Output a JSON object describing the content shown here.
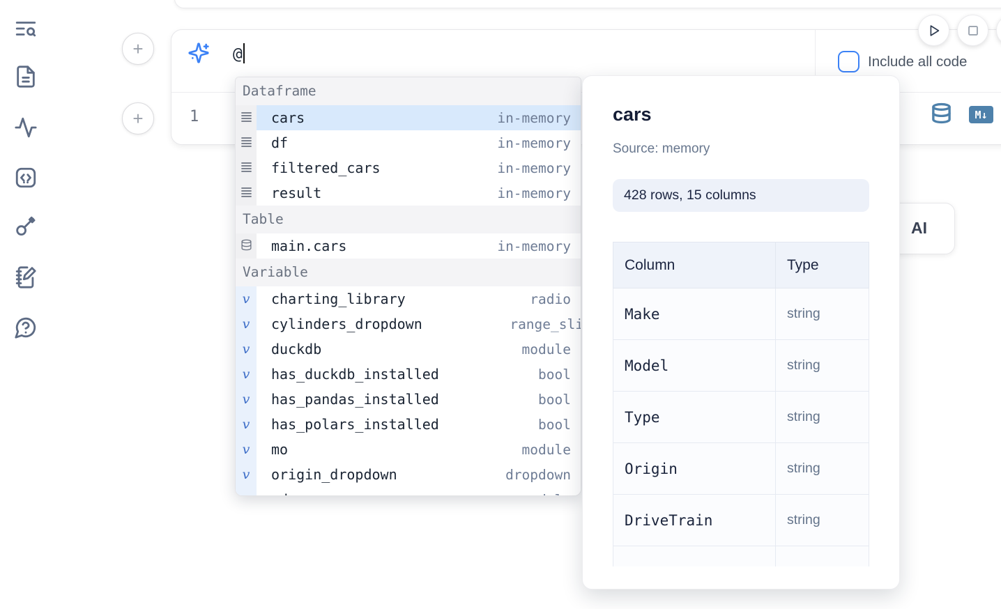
{
  "sidebar": {
    "items": [
      {
        "icon": "text-search-icon"
      },
      {
        "icon": "file-document-icon"
      },
      {
        "icon": "activity-icon"
      },
      {
        "icon": "code-snippets-icon"
      },
      {
        "icon": "key-icon"
      },
      {
        "icon": "notebook-pen-icon"
      },
      {
        "icon": "help-chat-icon"
      }
    ]
  },
  "cell": {
    "add_button_label": "+",
    "prompt": {
      "text": "@",
      "include_all_code_label": "Include all code",
      "include_all_code_checked": false
    },
    "line_number": "1",
    "actions": [
      {
        "icon": "database-icon"
      },
      {
        "icon": "markdown-icon",
        "label": "M↓"
      }
    ],
    "run_controls": [
      {
        "icon": "play-icon"
      },
      {
        "icon": "stop-icon"
      }
    ]
  },
  "ai_button": {
    "label": "AI"
  },
  "autocomplete": {
    "sections": [
      {
        "label": "Dataframe",
        "icon": "dataframe-icon",
        "items": [
          {
            "name": "cars",
            "type": "in-memory",
            "selected": true
          },
          {
            "name": "df",
            "type": "in-memory"
          },
          {
            "name": "filtered_cars",
            "type": "in-memory"
          },
          {
            "name": "result",
            "type": "in-memory"
          }
        ]
      },
      {
        "label": "Table",
        "icon": "table-icon",
        "items": [
          {
            "name": "main.cars",
            "type": "in-memory"
          }
        ]
      },
      {
        "label": "Variable",
        "icon": "variable-icon",
        "items": [
          {
            "name": "charting_library",
            "type": "radio"
          },
          {
            "name": "cylinders_dropdown",
            "type": "range_sli",
            "clipped": true
          },
          {
            "name": "duckdb",
            "type": "module"
          },
          {
            "name": "has_duckdb_installed",
            "type": "bool"
          },
          {
            "name": "has_pandas_installed",
            "type": "bool"
          },
          {
            "name": "has_polars_installed",
            "type": "bool"
          },
          {
            "name": "mo",
            "type": "module"
          },
          {
            "name": "origin_dropdown",
            "type": "dropdown"
          },
          {
            "name": "pd",
            "type": "module",
            "partial": true
          }
        ]
      }
    ]
  },
  "preview": {
    "title": "cars",
    "source": "Source: memory",
    "shape_badge": "428 rows, 15 columns",
    "table": {
      "headers": [
        "Column",
        "Type"
      ],
      "rows": [
        [
          "Make",
          "string"
        ],
        [
          "Model",
          "string"
        ],
        [
          "Type",
          "string"
        ],
        [
          "Origin",
          "string"
        ],
        [
          "DriveTrain",
          "string"
        ],
        [
          "",
          ""
        ]
      ]
    }
  },
  "colors": {
    "accent_blue": "#3c82f6",
    "steel_blue": "#4e81ab",
    "selected_row_bg": "#d8e9fc",
    "variable_icon_blue": "#3f6fc8",
    "badge_bg": "#edf1f9",
    "table_header_bg": "#eff3fa",
    "icon_slate": "#5d6b84"
  }
}
